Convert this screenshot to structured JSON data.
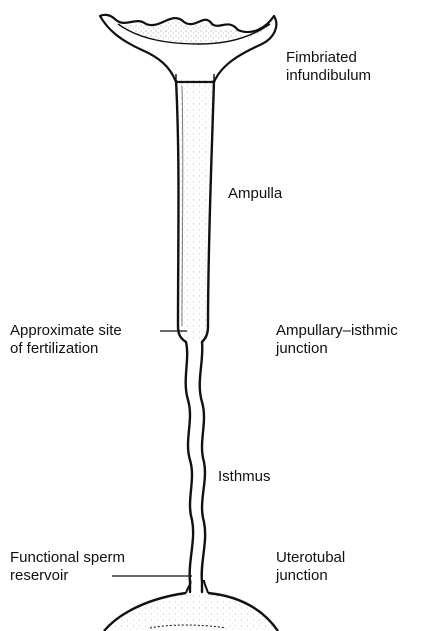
{
  "colors": {
    "ink": "#111111",
    "stipple": "#9a9a9a",
    "background": "#ffffff"
  },
  "labels": {
    "fimbriated": [
      "Fimbriated",
      "infundibulum"
    ],
    "ampulla": "Ampulla",
    "fertilization": [
      "Approximate site",
      "of fertilization"
    ],
    "ampullary_isthmic": [
      "Ampullary–isthmic",
      "junction"
    ],
    "isthmus": "Isthmus",
    "sperm_reservoir": [
      "Functional sperm",
      "reservoir"
    ],
    "uterotubal": [
      "Uterotubal",
      "junction"
    ]
  }
}
